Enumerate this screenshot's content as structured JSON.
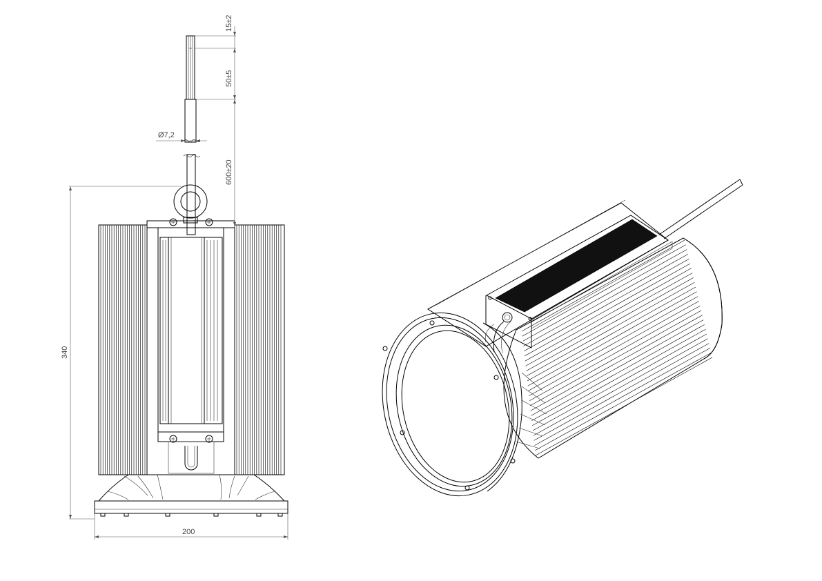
{
  "dimensions": {
    "lead_strip": "15±2",
    "jacket_strip": "50±5",
    "cable_length": "600±20",
    "cable_diameter": "Ø7,2",
    "height": "340",
    "width": "200"
  }
}
